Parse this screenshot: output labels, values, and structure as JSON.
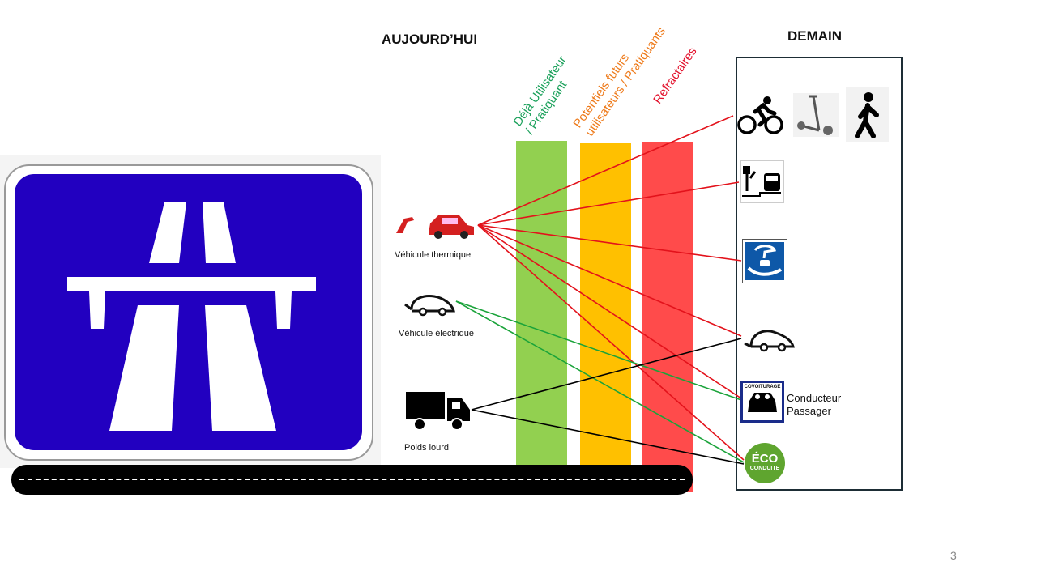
{
  "headings": {
    "today": "AUJOURD’HUI",
    "tomorrow": "DEMAIN"
  },
  "categories": [
    {
      "label": "Déjà Utilisateur / Pratiquant",
      "line1": "Déjà Utilisateur",
      "line2": "/ Pratiquant",
      "color": "#92d050",
      "text_color": "#1aa05a"
    },
    {
      "label": "Potentiels futurs utilisateurs / Pratiquants",
      "line1": "Potentiels futurs",
      "line2": "utilisateurs / Pratiquants",
      "color": "#ffc000",
      "text_color": "#ee7a1a"
    },
    {
      "label": "Refractaires",
      "line1": "Refractaires",
      "line2": "",
      "color": "#ff4b4b",
      "text_color": "#e3122d"
    }
  ],
  "today_modes": [
    {
      "name": "thermal-car",
      "label": "Véhicule thermique"
    },
    {
      "name": "electric-car",
      "label": "Véhicule électrique"
    },
    {
      "name": "truck",
      "label": "Poids lourd"
    }
  ],
  "tomorrow_modes": [
    {
      "name": "soft-mobility",
      "icons": [
        "bicycle-icon",
        "scooter-icon",
        "pedestrian-icon"
      ]
    },
    {
      "name": "public-transport",
      "icons": [
        "bus-stop-icon"
      ]
    },
    {
      "name": "car-rental",
      "icons": [
        "car-rental-sign-icon"
      ]
    },
    {
      "name": "electric-car",
      "icons": [
        "electric-car-icon"
      ]
    },
    {
      "name": "carpooling",
      "icons": [
        "carpool-sign-icon"
      ],
      "sign_text": "COVOITURAGE",
      "label_line1": "Conducteur",
      "label_line2": "Passager"
    },
    {
      "name": "eco-driving",
      "icons": [
        "eco-driving-badge-icon"
      ],
      "badge_line1": "ÉCO",
      "badge_line2": "CONDUITE"
    }
  ],
  "links": [
    {
      "from": "thermal-car",
      "to": [
        "soft-mobility",
        "public-transport",
        "car-rental",
        "electric-car",
        "carpooling",
        "eco-driving"
      ],
      "color": "#e3121b"
    },
    {
      "from": "electric-car",
      "to": [
        "carpooling",
        "eco-driving"
      ],
      "color": "#1aa33a"
    },
    {
      "from": "truck",
      "to": [
        "electric-car",
        "eco-driving"
      ],
      "color": "#000000"
    }
  ],
  "page_number": "3"
}
